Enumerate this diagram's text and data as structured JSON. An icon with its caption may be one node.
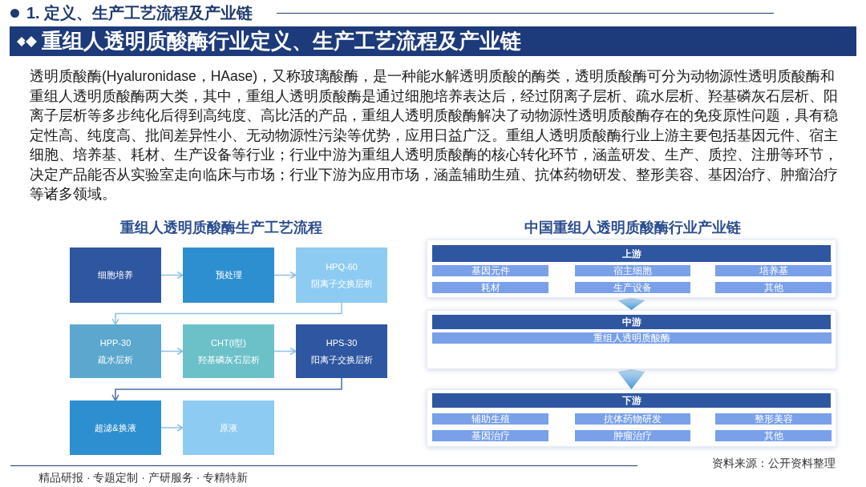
{
  "diagram": {
    "title": "重组人透明质酸酶行业定义、生产工艺流程及产业链",
    "nodes": [
      {
        "text": [
          "细胞培养"
        ]
      },
      {
        "text": [
          "预处理"
        ]
      },
      {
        "text": [
          "HPQ-60",
          "阴离子交换层析"
        ]
      },
      {
        "text": [
          "HPP-30",
          "疏水层析"
        ]
      },
      {
        "text": [
          "CHT(Ⅰ型)",
          "羟基磷灰石层析"
        ]
      },
      {
        "text": [
          "HPS-30",
          "阳离子交换层析"
        ]
      },
      {
        "text": [
          "超滤&换液"
        ]
      },
      {
        "text": [
          "原液"
        ]
      },
      {
        "text": [
          "上游"
        ]
      },
      {
        "text": [
          "基因元件"
        ],
        "in": 8
      },
      {
        "text": [
          "宿主细胞"
        ],
        "in": 8
      },
      {
        "text": [
          "培养基"
        ],
        "in": 8
      },
      {
        "text": [
          "耗材"
        ],
        "in": 8
      },
      {
        "text": [
          "生产设备"
        ],
        "in": 8
      },
      {
        "text": [
          "其他"
        ],
        "in": 8
      },
      {
        "text": [
          "中游"
        ]
      },
      {
        "text": [
          "重组人透明质酸酶"
        ],
        "in": 15
      },
      {
        "text": [
          "下游"
        ]
      },
      {
        "text": [
          "辅助生殖"
        ],
        "in": 17
      },
      {
        "text": [
          "抗体药物研发"
        ],
        "in": 17
      },
      {
        "text": [
          "整形美容"
        ],
        "in": 17
      },
      {
        "text": [
          "基因治疗"
        ],
        "in": 17
      },
      {
        "text": [
          "肿瘤治疗"
        ],
        "in": 17
      },
      {
        "text": [
          "其他"
        ],
        "in": 17
      }
    ],
    "edges": [
      {
        "from": 0,
        "to": 1,
        "arrow": "to"
      },
      {
        "from": 1,
        "to": 2,
        "arrow": "to"
      },
      {
        "from": 2,
        "to": 3,
        "arrow": "to"
      },
      {
        "from": 3,
        "to": 4,
        "arrow": "to"
      },
      {
        "from": 4,
        "to": 5,
        "arrow": "to"
      },
      {
        "from": 5,
        "to": 6,
        "arrow": "to",
        "color": "#4a6fb0"
      },
      {
        "from": 6,
        "to": 7,
        "arrow": "to"
      },
      {
        "from": 8,
        "to": 15,
        "arrow": "to",
        "style": "thick",
        "color": "#4a9ad8"
      },
      {
        "from": 15,
        "to": 17,
        "arrow": "to",
        "style": "thick",
        "color": "#4a9ad8"
      }
    ],
    "labels": [
      "1. 定义、生产工艺流程及产业链",
      "透明质酸酶(Hyaluronidase，HAase)，又称玻璃酸酶，是一种能水解透明质酸的酶类，透明质酸酶可分为动物源性透明质酸酶和重组人透明质酸酶两大类，其中，重组人透明质酸酶是通过细胞培养表达后，经过阴离子层析、疏水层析、羟基磷灰石层析、阳离子层析等多步纯化后得到高纯度、高比活的产品，重组人透明质酸酶解决了动物源性透明质酸酶存在的免疫原性问题，具有稳定性高、纯度高、批间差异性小、无动物源性污染等优势，应用日益广泛。重组人透明质酸酶行业上游主要包括基因元件、宿主细胞、培养基、耗材、生产设备等行业；行业中游为重组人透明质酸酶的核心转化环节，涵盖研发、生产、质控、注册等环节，决定产品能否从实验室走向临床与市场；行业下游为应用市场，涵盖辅助生殖、抗体药物研发、整形美容、基因治疗、肿瘤治疗等诸多领域。",
      "重组人透明质酸酶生产工艺流程",
      "中国重组人透明质酸酶行业产业链",
      "精品研报 · 专题定制 · 产研服务 · 专精特新",
      "资料来源：公开资料整理"
    ]
  }
}
